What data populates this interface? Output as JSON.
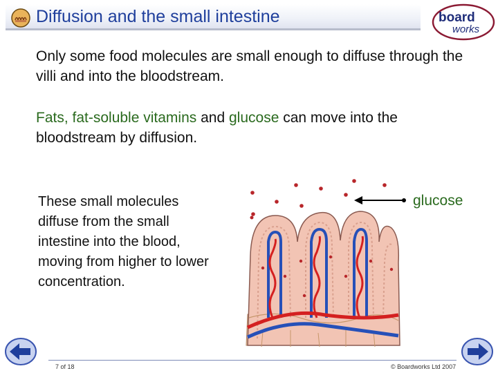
{
  "title": "Diffusion and the small intestine",
  "logo": {
    "top": "board",
    "bottom": "works"
  },
  "paragraph1": "Only some food molecules are small enough to diffuse through the villi and into the bloodstream.",
  "paragraph2": {
    "part1": "Fats, fat-soluble vitamins",
    "part2": " and ",
    "part3": "glucose",
    "part4": " can move into the bloodstream by diffusion."
  },
  "paragraph3": "These small molecules diffuse from the small intestine into the blood, moving from higher to lower concentration.",
  "glucose_label": "glucose",
  "footer": {
    "page": "7 of 18",
    "copyright": "© Boardworks Ltd 2007"
  },
  "colors": {
    "title": "#1f3f9c",
    "highlight": "#2a6a1e",
    "artery": "#d42020",
    "vein": "#2650b8",
    "molecule": "#b8262a",
    "villus": "#f2c4b4"
  },
  "icons": {
    "title": "villi-icon",
    "prev": "arrow-left-icon",
    "next": "arrow-right-icon"
  }
}
